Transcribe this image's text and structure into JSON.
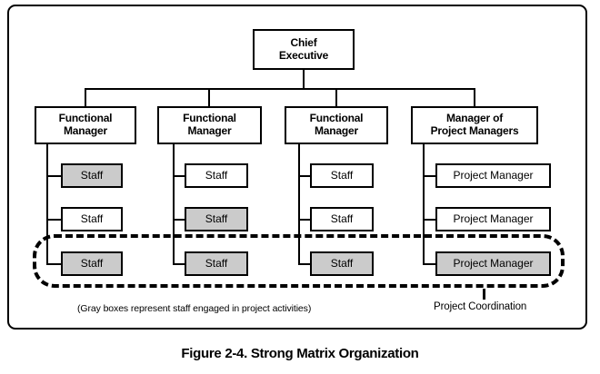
{
  "title": "Figure 2-4. Strong Matrix Organization",
  "note": "(Gray boxes represent staff engaged in project activities)",
  "coordination_label": "Project Coordination",
  "root": {
    "label": "Chief\nExecutive"
  },
  "columns": [
    {
      "manager": "Functional\nManager",
      "children": [
        {
          "label": "Staff",
          "gray": true
        },
        {
          "label": "Staff",
          "gray": false
        },
        {
          "label": "Staff",
          "gray": true
        }
      ]
    },
    {
      "manager": "Functional\nManager",
      "children": [
        {
          "label": "Staff",
          "gray": false
        },
        {
          "label": "Staff",
          "gray": true
        },
        {
          "label": "Staff",
          "gray": true
        }
      ]
    },
    {
      "manager": "Functional\nManager",
      "children": [
        {
          "label": "Staff",
          "gray": false
        },
        {
          "label": "Staff",
          "gray": false
        },
        {
          "label": "Staff",
          "gray": true
        }
      ]
    },
    {
      "manager": "Manager of\nProject Managers",
      "children": [
        {
          "label": "Project Manager",
          "gray": false
        },
        {
          "label": "Project Manager",
          "gray": false
        },
        {
          "label": "Project Manager",
          "gray": true
        }
      ]
    }
  ],
  "colors": {
    "line": "#000000",
    "gray_fill": "#cbcbcb",
    "box_fill": "#ffffff"
  }
}
